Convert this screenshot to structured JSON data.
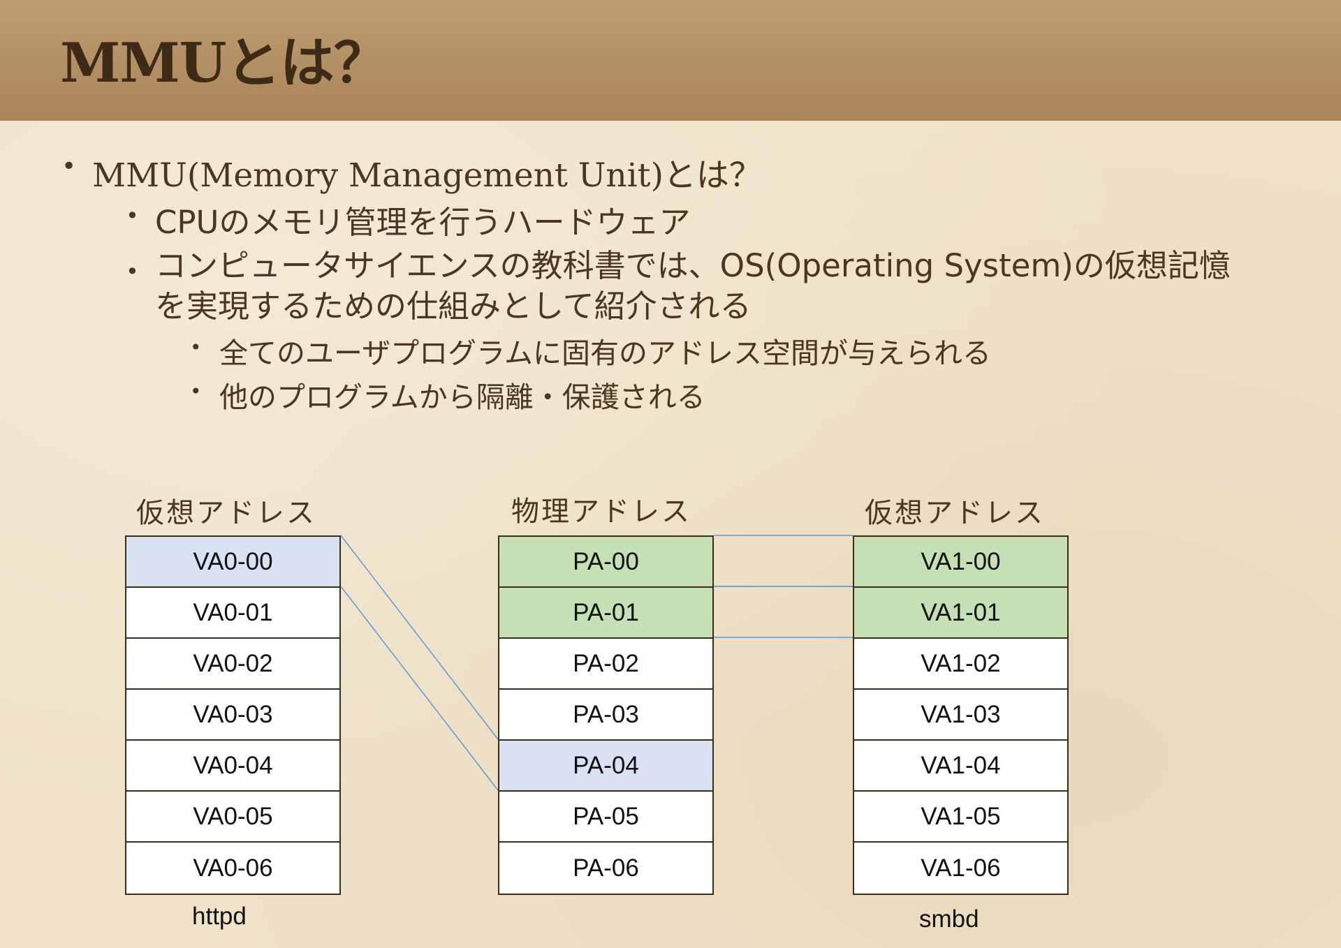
{
  "slide": {
    "title": "MMUとは？",
    "bullets": {
      "l1": {
        "dot": "•",
        "text": "MMU(Memory Management Unit)とは？"
      },
      "l2a": {
        "dot": "•",
        "text": "CPUのメモリ管理を行うハードウェア"
      },
      "l2b": {
        "dot": "•",
        "text_line1": "コンピュータサイエンスの教科書では、OS(Operating System)の仮想記憶",
        "text_line2": "を実現するための仕組みとして紹介される"
      },
      "l3a": {
        "dot": "•",
        "text": "全てのユーザプログラムに固有のアドレス空間が与えられる"
      },
      "l3b": {
        "dot": "•",
        "text": "他のプログラムから隔離・保護される"
      }
    }
  },
  "diagram": {
    "colors": {
      "blue": "#d9e2f3",
      "green": "#c5e0b4",
      "white": "#ffffff",
      "link": "#5b9bd5"
    },
    "left": {
      "title": "仮想アドレス",
      "process": "httpd",
      "cells": [
        "VA0-00",
        "VA0-01",
        "VA0-02",
        "VA0-03",
        "VA0-04",
        "VA0-05",
        "VA0-06"
      ],
      "highlight": [
        "blue",
        "white",
        "white",
        "white",
        "white",
        "white",
        "white"
      ]
    },
    "middle": {
      "title": "物理アドレス",
      "cells": [
        "PA-00",
        "PA-01",
        "PA-02",
        "PA-03",
        "PA-04",
        "PA-05",
        "PA-06"
      ],
      "highlight": [
        "green",
        "green",
        "white",
        "white",
        "blue",
        "white",
        "white"
      ]
    },
    "right": {
      "title": "仮想アドレス",
      "process": "smbd",
      "cells": [
        "VA1-00",
        "VA1-01",
        "VA1-02",
        "VA1-03",
        "VA1-04",
        "VA1-05",
        "VA1-06"
      ],
      "highlight": [
        "green",
        "green",
        "white",
        "white",
        "white",
        "white",
        "white"
      ]
    },
    "mappings": [
      {
        "from": "VA0-00",
        "to": "PA-04"
      },
      {
        "from": "VA1-00",
        "to": "PA-00"
      },
      {
        "from": "VA1-01",
        "to": "PA-01"
      }
    ]
  }
}
